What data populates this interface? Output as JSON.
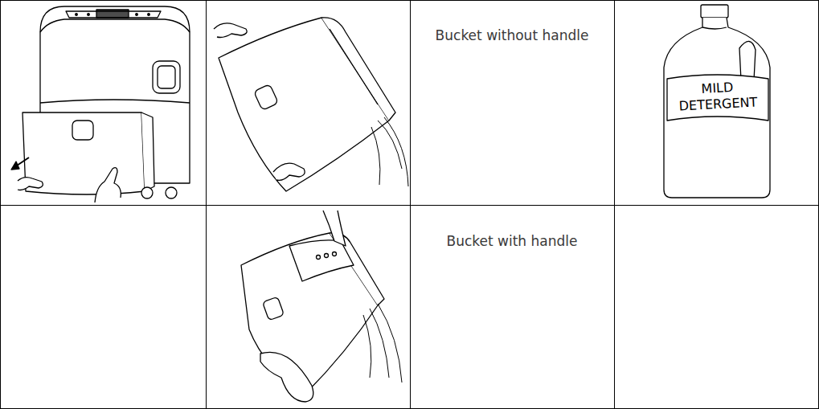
{
  "diagram": {
    "labels": [
      "Bucket without handle",
      "MILD DETERGENT",
      "Bucket with handle"
    ]
  }
}
